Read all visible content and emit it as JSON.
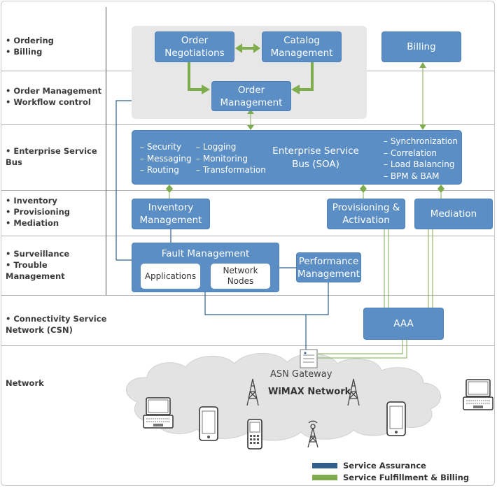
{
  "layers": [
    [
      "• Ordering",
      "• Billing"
    ],
    [
      "• Order Management",
      "• Workflow control"
    ],
    [
      "• Enterprise Service",
      "  Bus"
    ],
    [
      "• Inventory",
      "• Provisioning",
      "• Mediation"
    ],
    [
      "• Surveillance",
      "• Trouble",
      "  Management"
    ],
    [
      "• Connectivity Service",
      "  Network (CSN)"
    ],
    [
      "Network"
    ]
  ],
  "boxes": {
    "order_negotiations": "Order Negotiations",
    "catalog_management": "Catalog Management",
    "billing": "Billing",
    "order_management": "Order Management",
    "esb": "Enterprise Service Bus (SOA)",
    "inventory_management": "Inventory Management",
    "provisioning_activation": "Provisioning & Activation",
    "mediation": "Mediation",
    "fault_management": "Fault Management",
    "applications": "Applications",
    "network_nodes": "Network Nodes",
    "performance_management": "Performance Management",
    "aaa": "AAA"
  },
  "esb_left_col1": [
    "– Security",
    "– Messaging",
    "– Routing"
  ],
  "esb_left_col2": [
    "– Logging",
    "– Monitoring",
    "– Transformation"
  ],
  "esb_right": [
    "– Synchronization",
    "– Correlation",
    "– Load Balancing",
    "– BPM & BAM"
  ],
  "network": {
    "gateway_label": "ASN Gateway",
    "network_label": "WiMAX Network"
  },
  "legend": [
    {
      "label": "Service Assurance",
      "color": "#2f5f8a"
    },
    {
      "label": "Service Fulfillment & Billing",
      "color": "#7fad4e"
    }
  ],
  "colors": {
    "box": "#5b8ec5",
    "assurance": "#2f5f8a",
    "fulfillment": "#7fad4e"
  }
}
